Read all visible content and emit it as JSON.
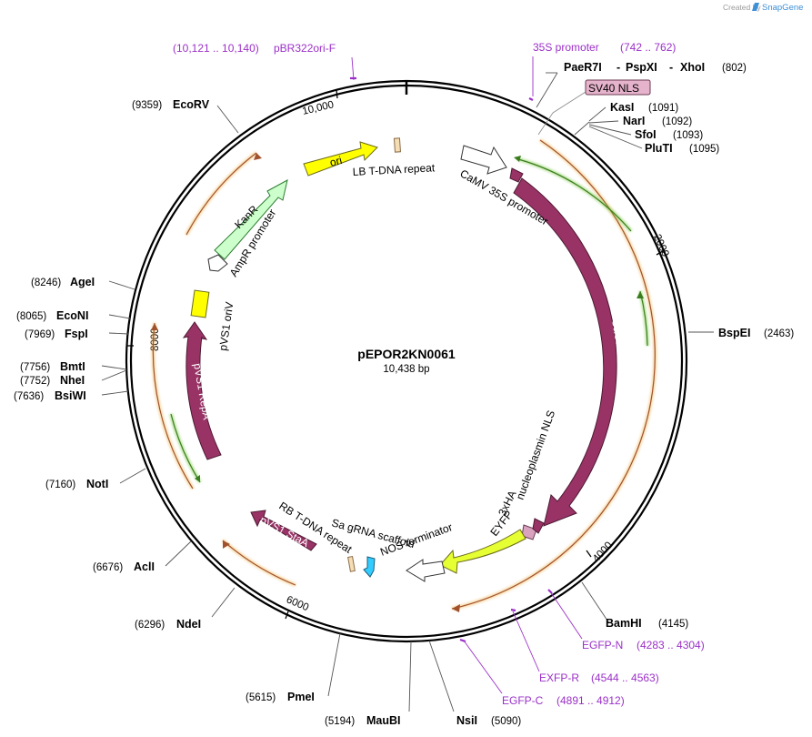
{
  "map": {
    "name": "pEPOR2KN0061",
    "length_text": "10,438 bp",
    "length_bp": 10438
  },
  "credit": {
    "created_by": "Created by",
    "brand": "SnapGene"
  },
  "ticks": [
    {
      "bp": 10000,
      "label": "10,000"
    },
    {
      "bp": 2000,
      "label": "2000"
    },
    {
      "bp": 4000,
      "label": "4000"
    },
    {
      "bp": 6000,
      "label": "6000"
    },
    {
      "bp": 8000,
      "label": "8000"
    }
  ],
  "restriction_sites": [
    {
      "name": "EcoRV",
      "pos": "(9359)"
    },
    {
      "name": "AgeI",
      "pos": "(8246)"
    },
    {
      "name": "EcoNI",
      "pos": "(8065)"
    },
    {
      "name": "FspI",
      "pos": "(7969)"
    },
    {
      "name": "BmtI",
      "pos": "(7756)"
    },
    {
      "name": "NheI",
      "pos": "(7752)"
    },
    {
      "name": "BsiWI",
      "pos": "(7636)"
    },
    {
      "name": "NotI",
      "pos": "(7160)"
    },
    {
      "name": "AclI",
      "pos": "(6676)"
    },
    {
      "name": "NdeI",
      "pos": "(6296)"
    },
    {
      "name": "PmeI",
      "pos": "(5615)"
    },
    {
      "name": "MauBI",
      "pos": "(5194)"
    },
    {
      "name": "NsiI",
      "pos": "(5090)"
    },
    {
      "name": "BamHI",
      "pos": "(4145)"
    },
    {
      "name": "BspEI",
      "pos": "(2463)"
    },
    {
      "name": "PaeR7I",
      "pos": ""
    },
    {
      "name": "PspXI",
      "pos": ""
    },
    {
      "name": "XhoI",
      "pos": "(802)"
    },
    {
      "name": "KasI",
      "pos": "(1091)"
    },
    {
      "name": "NarI",
      "pos": "(1092)"
    },
    {
      "name": "SfoI",
      "pos": "(1093)"
    },
    {
      "name": "PluTI",
      "pos": "(1095)"
    }
  ],
  "primers": [
    {
      "name": "pBR322ori-F",
      "range": "(10,121 .. 10,140)"
    },
    {
      "name": "35S promoter",
      "range": "(742 .. 762)"
    },
    {
      "name": "EGFP-N",
      "range": "(4283 .. 4304)"
    },
    {
      "name": "EXFP-R",
      "range": "(4544 .. 4563)"
    },
    {
      "name": "EGFP-C",
      "range": "(4891 .. 4912)"
    }
  ],
  "features": {
    "sv40_nls": "SV40 NLS",
    "ori": "ori",
    "lb_repeat": "LB T-DNA repeat",
    "camv35s": "CaMV 35S promoter",
    "sacas9": "SaCas9",
    "nucleoplasmin_nls": "nucleoplasmin NLS",
    "ha3x": "3xHA",
    "eyfp": "EYFP",
    "nos_terminator": "NOS terminator",
    "sa_grna": "Sa gRNA scaffold",
    "rb_repeat": "RB T-DNA repeat",
    "pvs1_staa": "pVS1 StaA",
    "pvs1_repa": "pVS1 RepA",
    "pvs1_oriv": "pVS1 oriV",
    "ampr_promoter": "AmpR promoter",
    "kanr": "KanR"
  },
  "colors": {
    "backbone": "#000000",
    "primer": "#9B30C8",
    "sacas9": "#993366",
    "ori": "#FFFF00",
    "kanr": "#CCFFCC",
    "eyfp": "#E6FF33",
    "sv40": "#E6B3CC",
    "grna": "#33CCFF",
    "orf_outer": "#F2B95C",
    "orf_inner": "#7AC943"
  }
}
